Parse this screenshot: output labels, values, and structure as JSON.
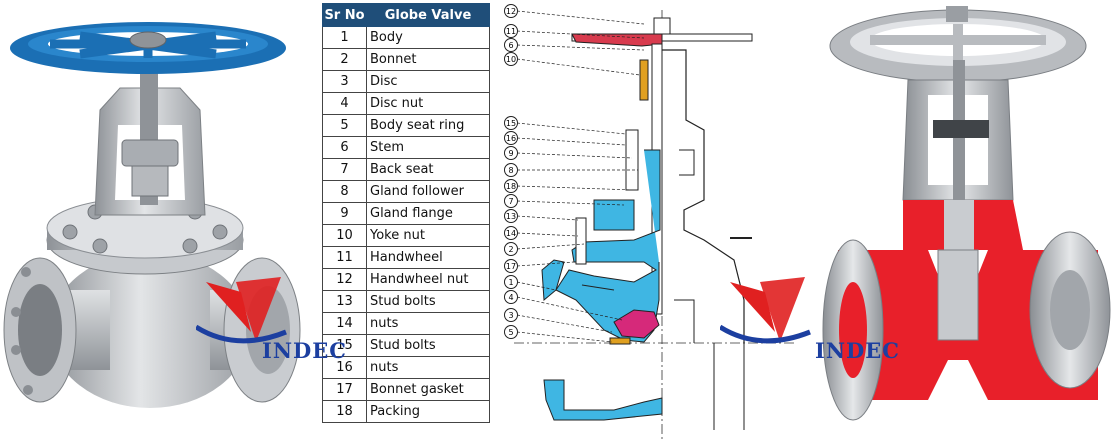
{
  "table": {
    "header": {
      "sr_no": "Sr No",
      "part": "Globe Valve"
    },
    "rows": [
      {
        "no": "1",
        "name": "Body"
      },
      {
        "no": "2",
        "name": "Bonnet"
      },
      {
        "no": "3",
        "name": "Disc"
      },
      {
        "no": "4",
        "name": "Disc nut"
      },
      {
        "no": "5",
        "name": "Body seat ring"
      },
      {
        "no": "6",
        "name": "Stem"
      },
      {
        "no": "7",
        "name": "Back seat"
      },
      {
        "no": "8",
        "name": "Gland follower"
      },
      {
        "no": "9",
        "name": "Gland flange"
      },
      {
        "no": "10",
        "name": "Yoke nut"
      },
      {
        "no": "11",
        "name": "Handwheel"
      },
      {
        "no": "12",
        "name": "Handwheel nut"
      },
      {
        "no": "13",
        "name": "Stud bolts"
      },
      {
        "no": "14",
        "name": "nuts"
      },
      {
        "no": "15",
        "name": "Stud bolts"
      },
      {
        "no": "16",
        "name": "nuts"
      },
      {
        "no": "17",
        "name": "Bonnet gasket"
      },
      {
        "no": "18",
        "name": "Packing"
      }
    ]
  },
  "callouts": [
    "12",
    "11",
    "6",
    "10",
    "15",
    "16",
    "9",
    "8",
    "18",
    "7",
    "13",
    "14",
    "2",
    "17",
    "1",
    "4",
    "3",
    "5"
  ],
  "watermark": "INDEC",
  "colors": {
    "handwheel_blue": "#1b6fb4",
    "steel": "#b9bcc0",
    "header_blue": "#1f4e79",
    "section_cyan": "#3fb6e3",
    "section_red": "#e8202a",
    "disc_magenta": "#d6297a",
    "packing_orange": "#e0a020",
    "logo_red": "#e02020",
    "logo_blue": "#1c3fa0"
  }
}
